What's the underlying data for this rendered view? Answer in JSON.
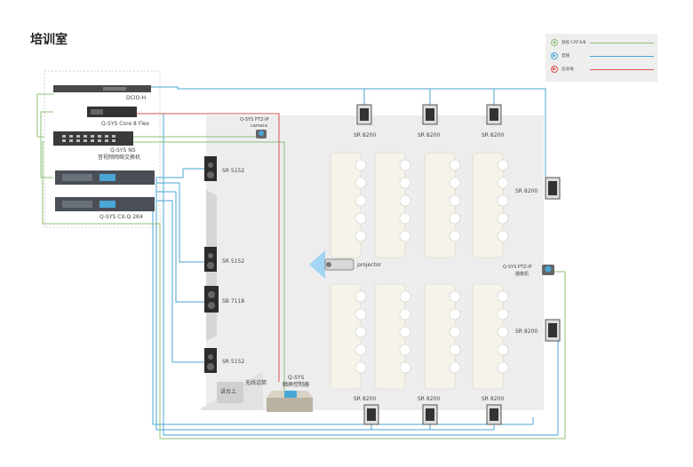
{
  "title": "培训室",
  "legend": {
    "items": [
      {
        "label": "双绞 CAT-6/6",
        "color": "#8fc07a",
        "icon": "network-icon"
      },
      {
        "label": "音频",
        "color": "#4aa6d6",
        "icon": "audio-icon"
      },
      {
        "label": "信号线",
        "color": "#d9534f",
        "icon": "signal-icon"
      }
    ]
  },
  "rack": {
    "dcio": "DCIO-H",
    "core": "Q-SYS Core 8 Flex",
    "switch_name": "Q-SYS NS",
    "switch_desc": "音视频网络交换机",
    "amp": "Q-SYS CX-Q 2K4"
  },
  "speakers": {
    "ceiling": "SR 8200",
    "side": "SR 5152",
    "sub": "SB 7118"
  },
  "camera_top": {
    "model": "Q-SYS PTZ-IP",
    "desc": "camera"
  },
  "camera_right": {
    "model": "Q-SYS PTZ-IP",
    "desc": "摄像机"
  },
  "projector": "projector",
  "podium": "讲台上",
  "wireless": "无线话筒",
  "control": {
    "line1": "Q-SYS",
    "line2": "触屏控制器"
  },
  "colors": {
    "green": "#8fc07a",
    "blue": "#4aa6d6",
    "red": "#d9534f",
    "room": "#ececec"
  }
}
